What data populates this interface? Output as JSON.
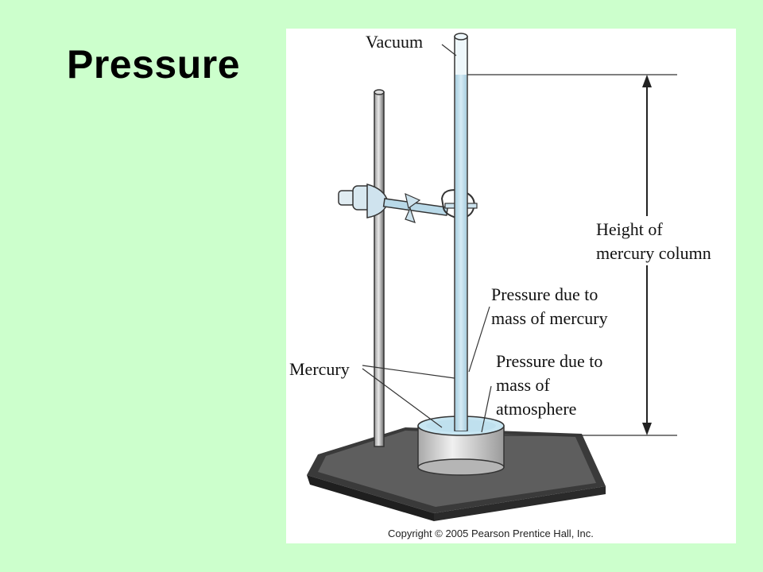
{
  "slide": {
    "title": "Pressure"
  },
  "diagram": {
    "labels": {
      "vacuum": "Vacuum",
      "height_line1": "Height of",
      "height_line2": "mercury column",
      "mass_mercury_line1": "Pressure due to",
      "mass_mercury_line2": "mass of mercury",
      "mercury": "Mercury",
      "atmosphere_line1": "Pressure due to",
      "atmosphere_line2": "mass of",
      "atmosphere_line3": "atmosphere"
    },
    "copyright": "Copyright © 2005 Pearson Prentice Hall, Inc.",
    "colors": {
      "background": "#ccffcc",
      "mercury": "#c8e6f2",
      "glass": "#e6f3f8",
      "stand": "#6e6e6e"
    }
  }
}
